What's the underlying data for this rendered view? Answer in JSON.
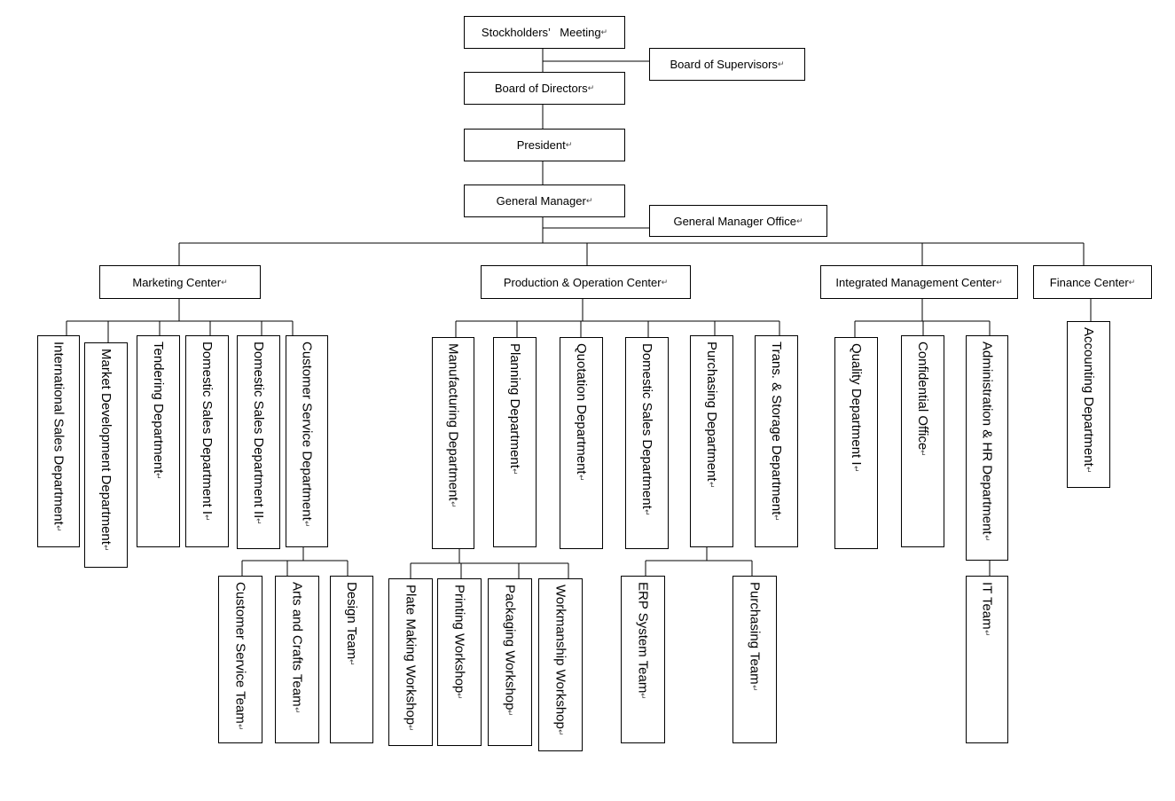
{
  "mark": "↵",
  "top": {
    "stockholders": "Stockholders’   Meeting",
    "supervisors": "Board of Supervisors",
    "directors": "Board of Directors",
    "president": "President",
    "gm": "General Manager",
    "gm_office": "General Manager Office"
  },
  "centers": {
    "marketing": "Marketing Center",
    "production": "Production & Operation Center",
    "integrated": "Integrated Management Center",
    "finance": "Finance Center"
  },
  "marketing_depts": [
    "International Sales Department",
    "Market Development Department",
    "Tendering Department",
    "Domestic Sales Department I",
    "Domestic Sales Department II",
    "Customer Service Department"
  ],
  "customer_service_teams": [
    "Customer Service Team",
    "Arts and Crafts Team",
    "Design Team"
  ],
  "production_depts": [
    "Manufacturing Department",
    "Planning Department",
    "Quotation Department",
    "Domestic Sales Department ",
    "Purchasing Department ",
    "Trans. & Storage Department"
  ],
  "manufacturing_workshops": [
    "Plate Making Workshop",
    "Printing Workshop",
    "Packaging Workshop",
    "Workmanship Workshop"
  ],
  "purchasing_teams": [
    "ERP System Team",
    "Purchasing Team"
  ],
  "integrated_depts": [
    "Quality Department I",
    "Confidential Office",
    "Administration & HR Department"
  ],
  "admin_teams": [
    "IT Team"
  ],
  "finance_depts": [
    "Accounting Department"
  ]
}
